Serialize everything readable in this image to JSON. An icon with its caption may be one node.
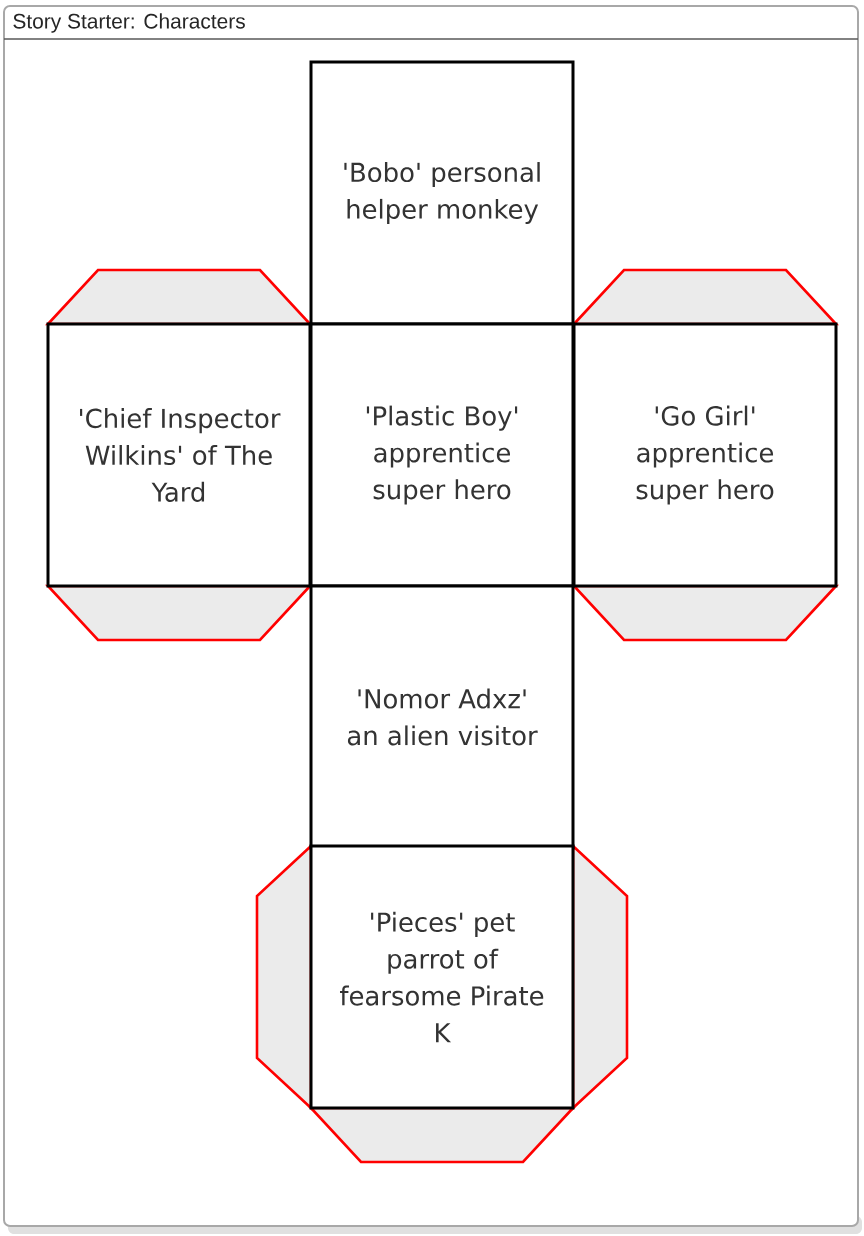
{
  "diagram": {
    "title": "Story Starter: Characters",
    "nodes": [
      {
        "text": [
          "'Bobo' personal helper monkey"
        ]
      },
      {
        "text": [],
        "shape": "trapezoid"
      },
      {
        "text": [],
        "shape": "trapezoid"
      },
      {
        "text": [
          "'Chief Inspector Wilkins' of The Yard"
        ]
      },
      {
        "text": [
          "'Plastic Boy' apprentice super hero"
        ]
      },
      {
        "text": [
          "'Go Girl' apprentice super hero"
        ]
      },
      {
        "text": [],
        "shape": "trapezoid"
      },
      {
        "text": [],
        "shape": "trapezoid"
      },
      {
        "text": [
          "'Nomor Adxz' an alien visitor"
        ]
      },
      {
        "text": [],
        "shape": "trapezoid"
      },
      {
        "text": [
          "'Pieces' pet parrot of fearsome Pirate K"
        ]
      },
      {
        "text": [],
        "shape": "trapezoid"
      },
      {
        "text": [],
        "shape": "trapezoid"
      }
    ]
  }
}
